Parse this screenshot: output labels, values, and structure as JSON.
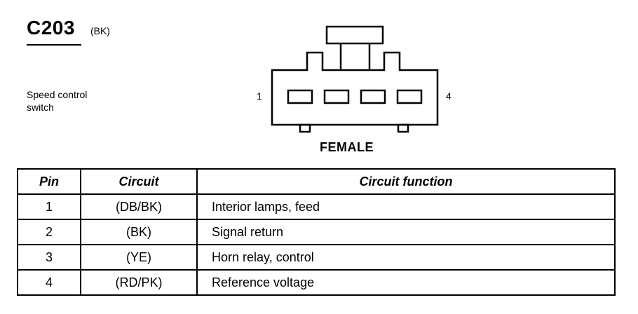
{
  "connector": {
    "id": "C203",
    "color_code": "(BK)",
    "component": [
      "Speed control",
      "switch"
    ],
    "pin_first": "1",
    "pin_last": "4",
    "gender": "FEMALE",
    "cavity_count": 4
  },
  "table": {
    "headers": [
      "Pin",
      "Circuit",
      "Circuit function"
    ],
    "rows": [
      {
        "pin": "1",
        "circuit": "(DB/BK)",
        "function": "Interior lamps, feed"
      },
      {
        "pin": "2",
        "circuit": "(BK)",
        "function": "Signal return"
      },
      {
        "pin": "3",
        "circuit": "(YE)",
        "function": "Horn relay, control"
      },
      {
        "pin": "4",
        "circuit": "(RD/PK)",
        "function": "Reference voltage"
      }
    ]
  }
}
